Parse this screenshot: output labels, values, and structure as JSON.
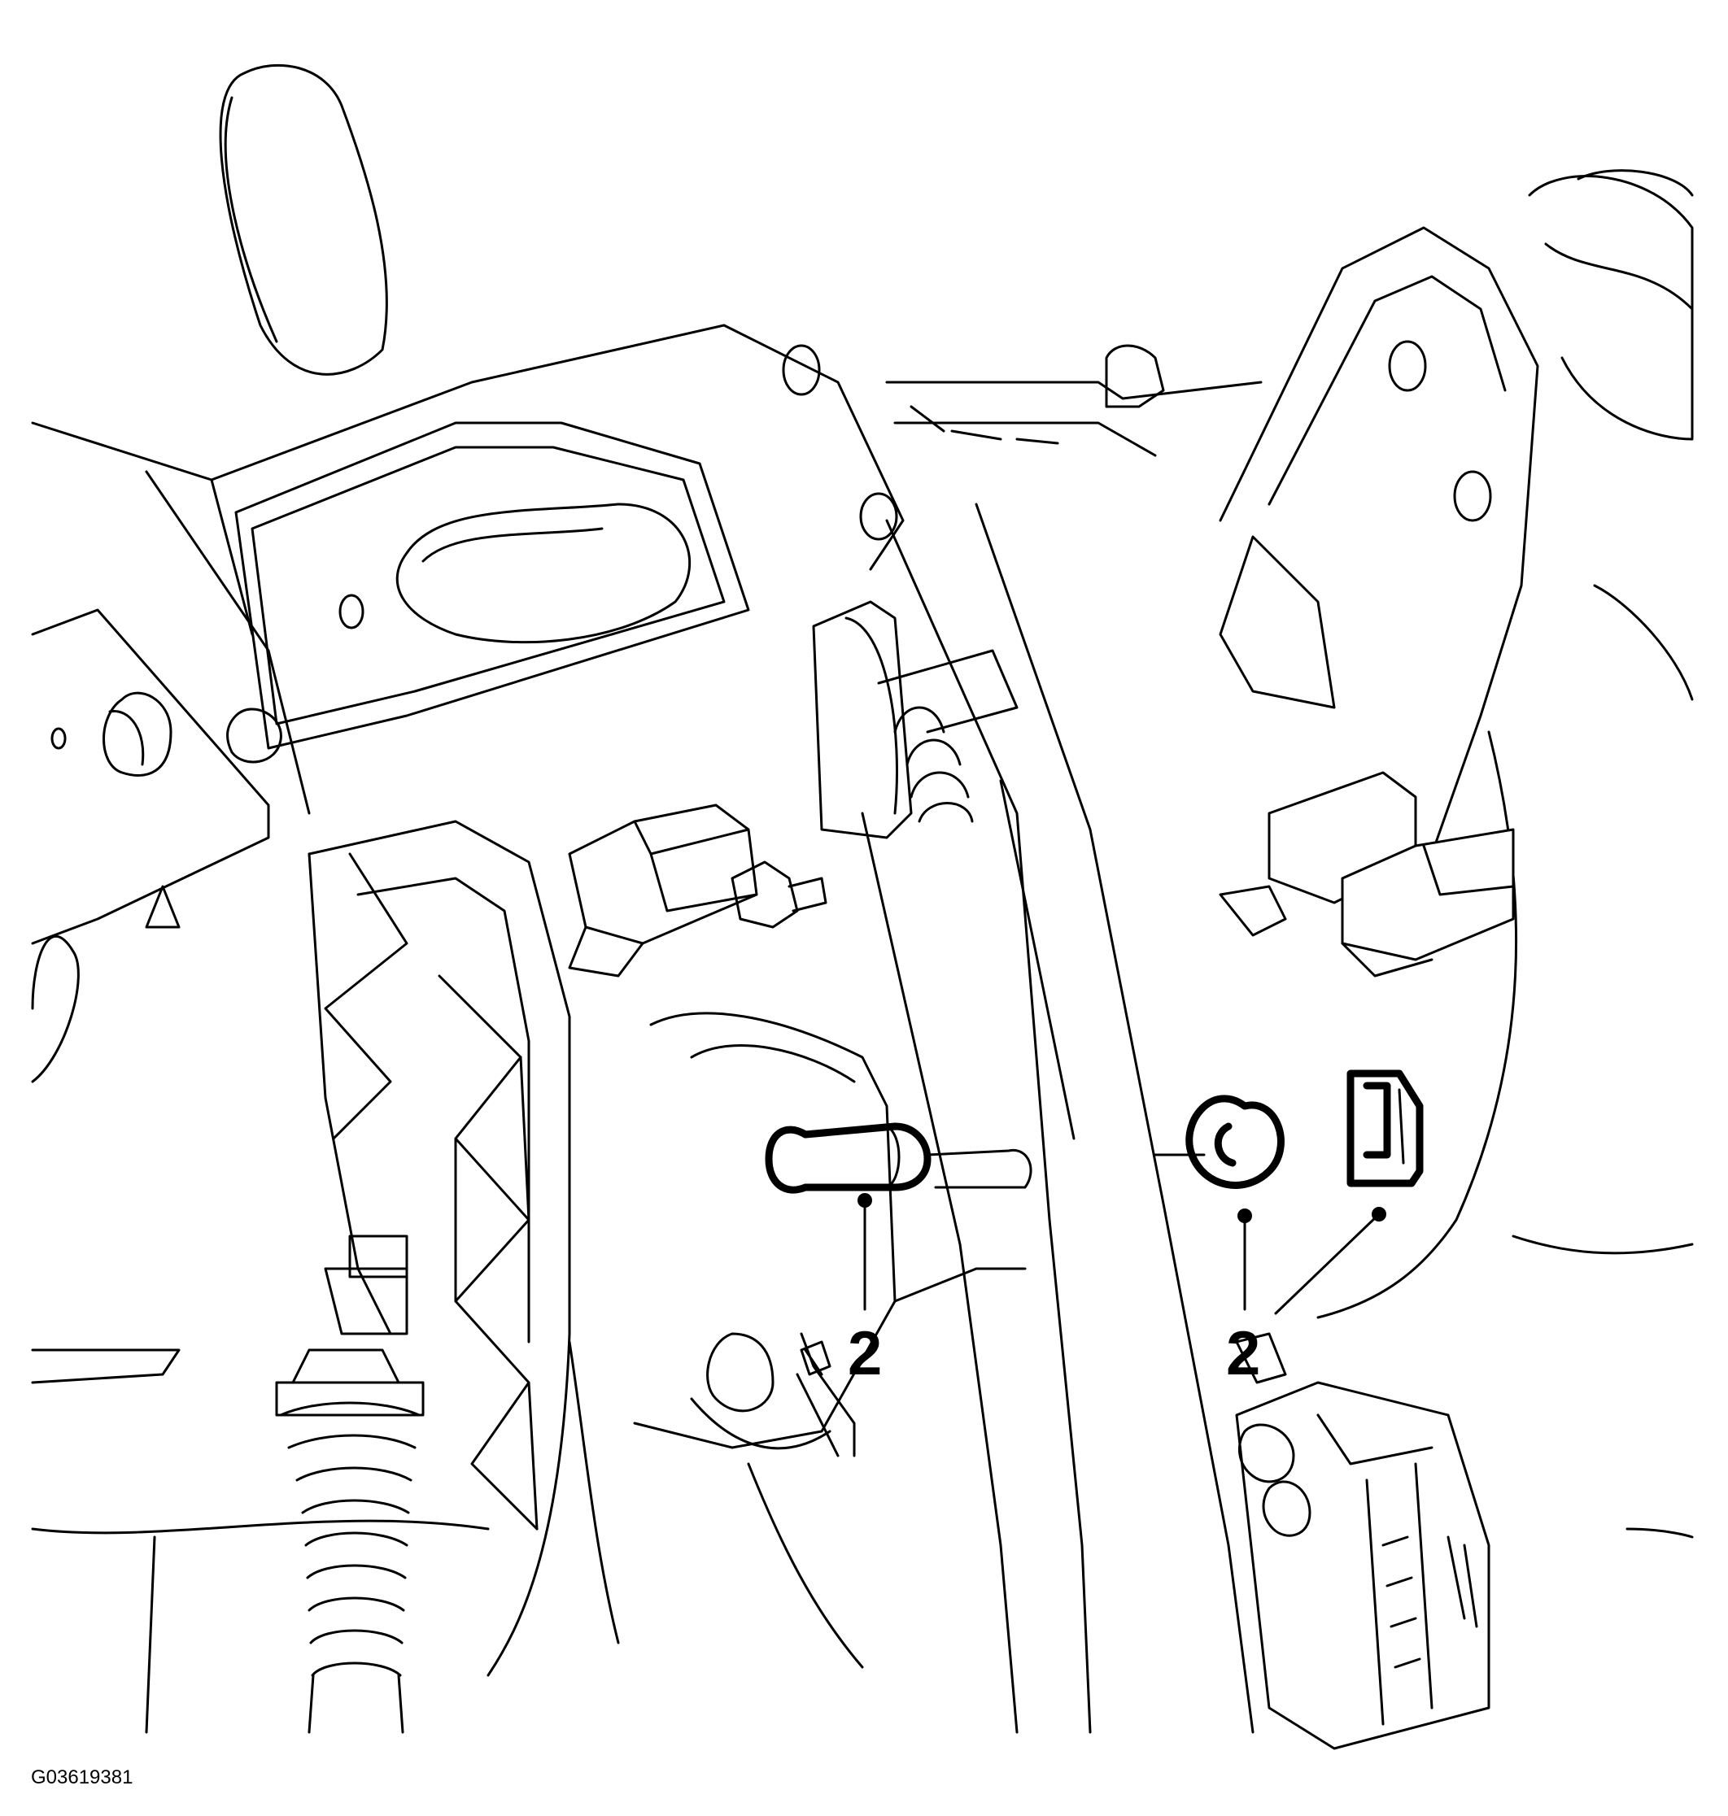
{
  "callouts": [
    {
      "label": "2"
    },
    {
      "label": "2"
    }
  ],
  "figure_id": "G03619381"
}
